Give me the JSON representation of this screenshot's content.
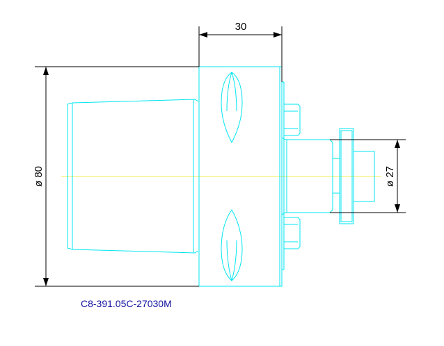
{
  "drawing": {
    "dimension_top": "30",
    "dimension_left": "ø 80",
    "dimension_right": "ø 27",
    "part_number": "C8-391.05C-27030M"
  },
  "colors": {
    "outline": "#00e5f0",
    "dimension": "#000000",
    "centerline": "#f0ef52",
    "part_label": "#1010a0"
  }
}
